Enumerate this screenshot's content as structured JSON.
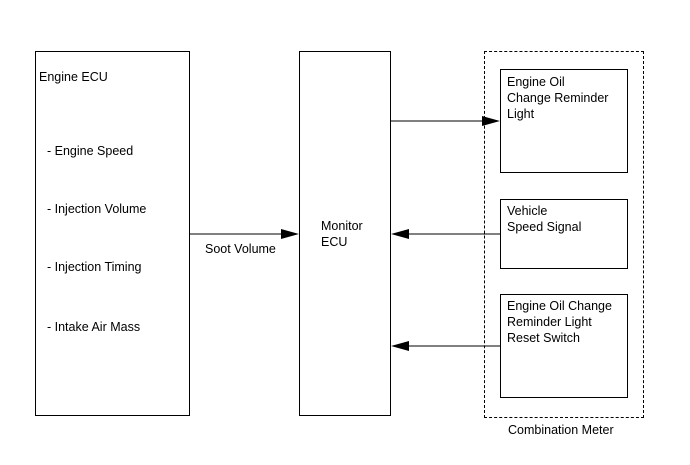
{
  "engine_ecu": {
    "title": "Engine ECU",
    "items": [
      "- Engine Speed",
      "- Injection Volume",
      "- Injection Timing",
      "- Intake Air Mass"
    ]
  },
  "connector_label": "Soot Volume",
  "monitor_ecu": {
    "line1": "Monitor",
    "line2": "ECU"
  },
  "combination_meter": {
    "label": "Combination Meter",
    "reminder_light": {
      "line1": "Engine Oil",
      "line2": "Change Reminder",
      "line3": "Light"
    },
    "speed_signal": {
      "line1": "Vehicle",
      "line2": "Speed Signal"
    },
    "reset_switch": {
      "line1": "Engine Oil Change",
      "line2": "Reminder Light",
      "line3": "Reset Switch"
    }
  }
}
